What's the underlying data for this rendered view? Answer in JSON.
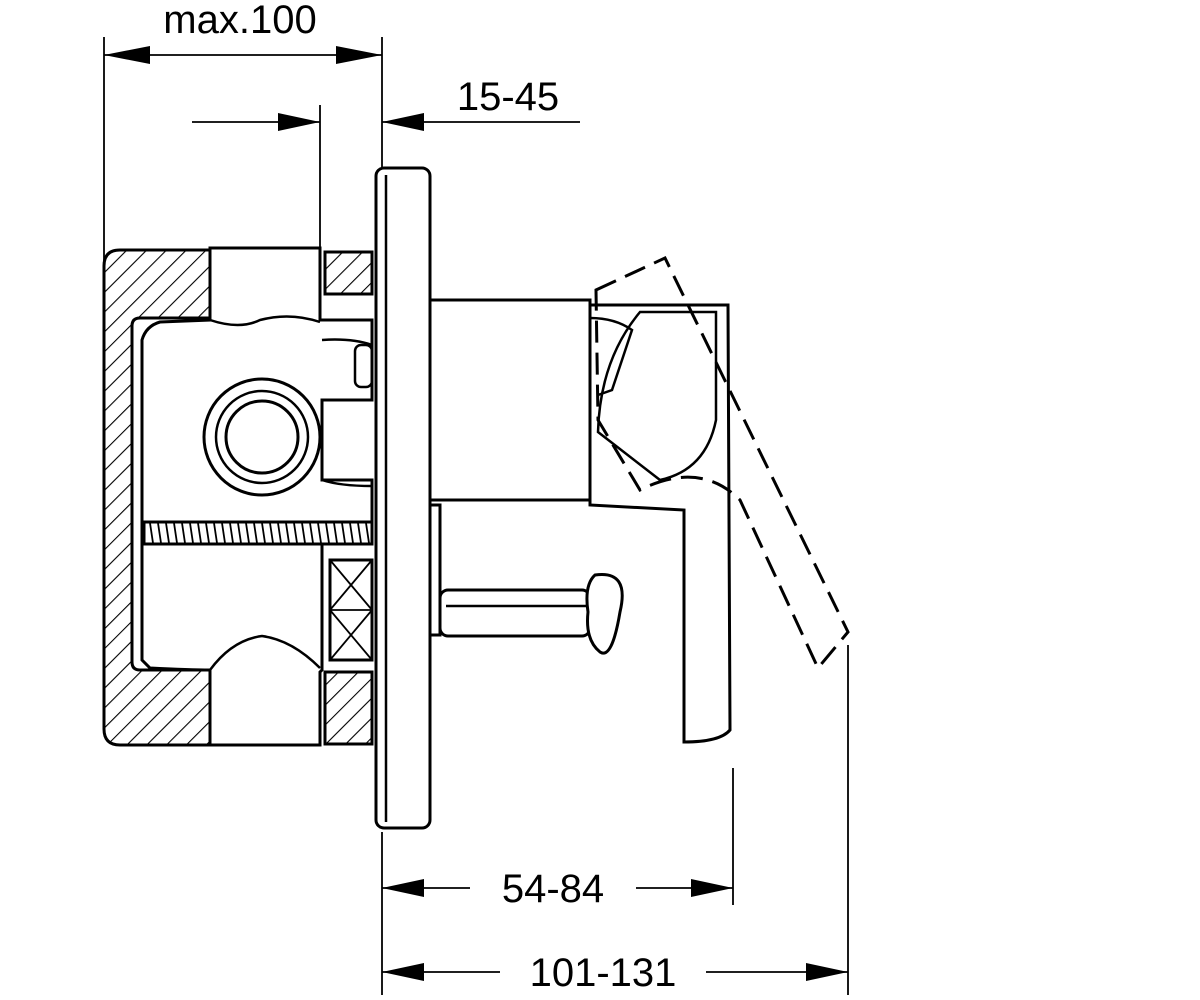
{
  "dimensions": {
    "max_depth": "max.100",
    "wall_range": "15-45",
    "lever_projection": "54-84",
    "total_projection": "101-131"
  }
}
